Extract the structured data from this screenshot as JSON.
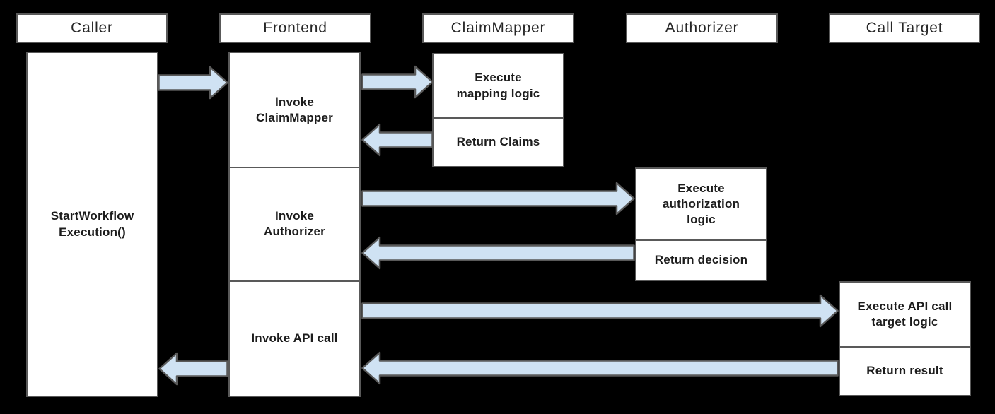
{
  "diagram": {
    "type": "sequence_diagram",
    "background_color": "#000000",
    "colors": {
      "box_fill": "#ffffff",
      "box_border": "#595959",
      "arrow_fill": "#cfe2f3",
      "arrow_outline": "#595959",
      "text": "#1c1c1c"
    },
    "lifelines": [
      {
        "label": "Caller"
      },
      {
        "label": "Frontend"
      },
      {
        "label": "ClaimMapper"
      },
      {
        "label": "Authorizer"
      },
      {
        "label": "Call Target"
      }
    ],
    "activities": {
      "caller": {
        "label": "StartWorkflow\nExecution()"
      },
      "frontend": [
        {
          "label": "Invoke\nClaimMapper"
        },
        {
          "label": "Invoke\nAuthorizer"
        },
        {
          "label": "Invoke API call"
        }
      ],
      "claimmapper": [
        {
          "label": "Execute\nmapping logic"
        },
        {
          "label": "Return Claims"
        }
      ],
      "authorizer": [
        {
          "label": "Execute\nauthorization\nlogic"
        },
        {
          "label": "Return decision"
        }
      ],
      "calltarget": [
        {
          "label": "Execute API call\ntarget logic"
        },
        {
          "label": "Return result"
        }
      ]
    },
    "arrows": [
      {
        "name": "caller-to-frontend",
        "from": "Caller",
        "to": "Frontend",
        "direction": "right"
      },
      {
        "name": "frontend-to-claimmapper",
        "from": "Frontend",
        "to": "ClaimMapper",
        "direction": "right"
      },
      {
        "name": "claimmapper-to-frontend",
        "from": "ClaimMapper",
        "to": "Frontend",
        "direction": "left"
      },
      {
        "name": "frontend-to-authorizer",
        "from": "Frontend",
        "to": "Authorizer",
        "direction": "right"
      },
      {
        "name": "authorizer-to-frontend",
        "from": "Authorizer",
        "to": "Frontend",
        "direction": "left"
      },
      {
        "name": "frontend-to-calltarget",
        "from": "Frontend",
        "to": "Call Target",
        "direction": "right"
      },
      {
        "name": "calltarget-to-frontend",
        "from": "Call Target",
        "to": "Frontend",
        "direction": "left"
      },
      {
        "name": "frontend-to-caller",
        "from": "Frontend",
        "to": "Caller",
        "direction": "left"
      }
    ]
  }
}
